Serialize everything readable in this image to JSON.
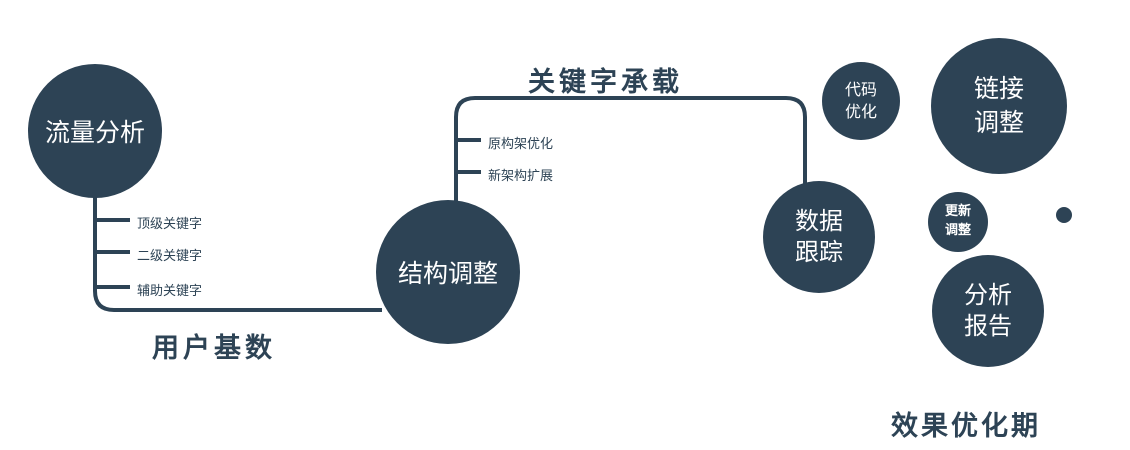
{
  "diagram": {
    "background": "#ffffff",
    "accent": "#2d4355",
    "text_on_circle": "#ffffff"
  },
  "nodes": {
    "traffic_analysis": {
      "label": "流量分析"
    },
    "structure_adjustment": {
      "label": "结构调整"
    },
    "data_tracking": {
      "line1": "数据",
      "line2": "跟踪"
    },
    "code_optimization": {
      "line1": "代码",
      "line2": "优化"
    },
    "link_adjustment": {
      "line1": "链接",
      "line2": "调整"
    },
    "update_adjustment": {
      "line1": "更新",
      "line2": "调整"
    },
    "analysis_report": {
      "line1": "分析",
      "line2": "报告"
    }
  },
  "edge_labels": {
    "user_base": "用户基数",
    "keyword_bearing": "关键字承载"
  },
  "branch_labels": {
    "traffic": [
      "顶级关键字",
      "二级关键字",
      "辅助关键字"
    ],
    "structure": [
      "原构架优化",
      "新架构扩展"
    ]
  },
  "caption": {
    "effect_optimization": "效果优化期"
  }
}
